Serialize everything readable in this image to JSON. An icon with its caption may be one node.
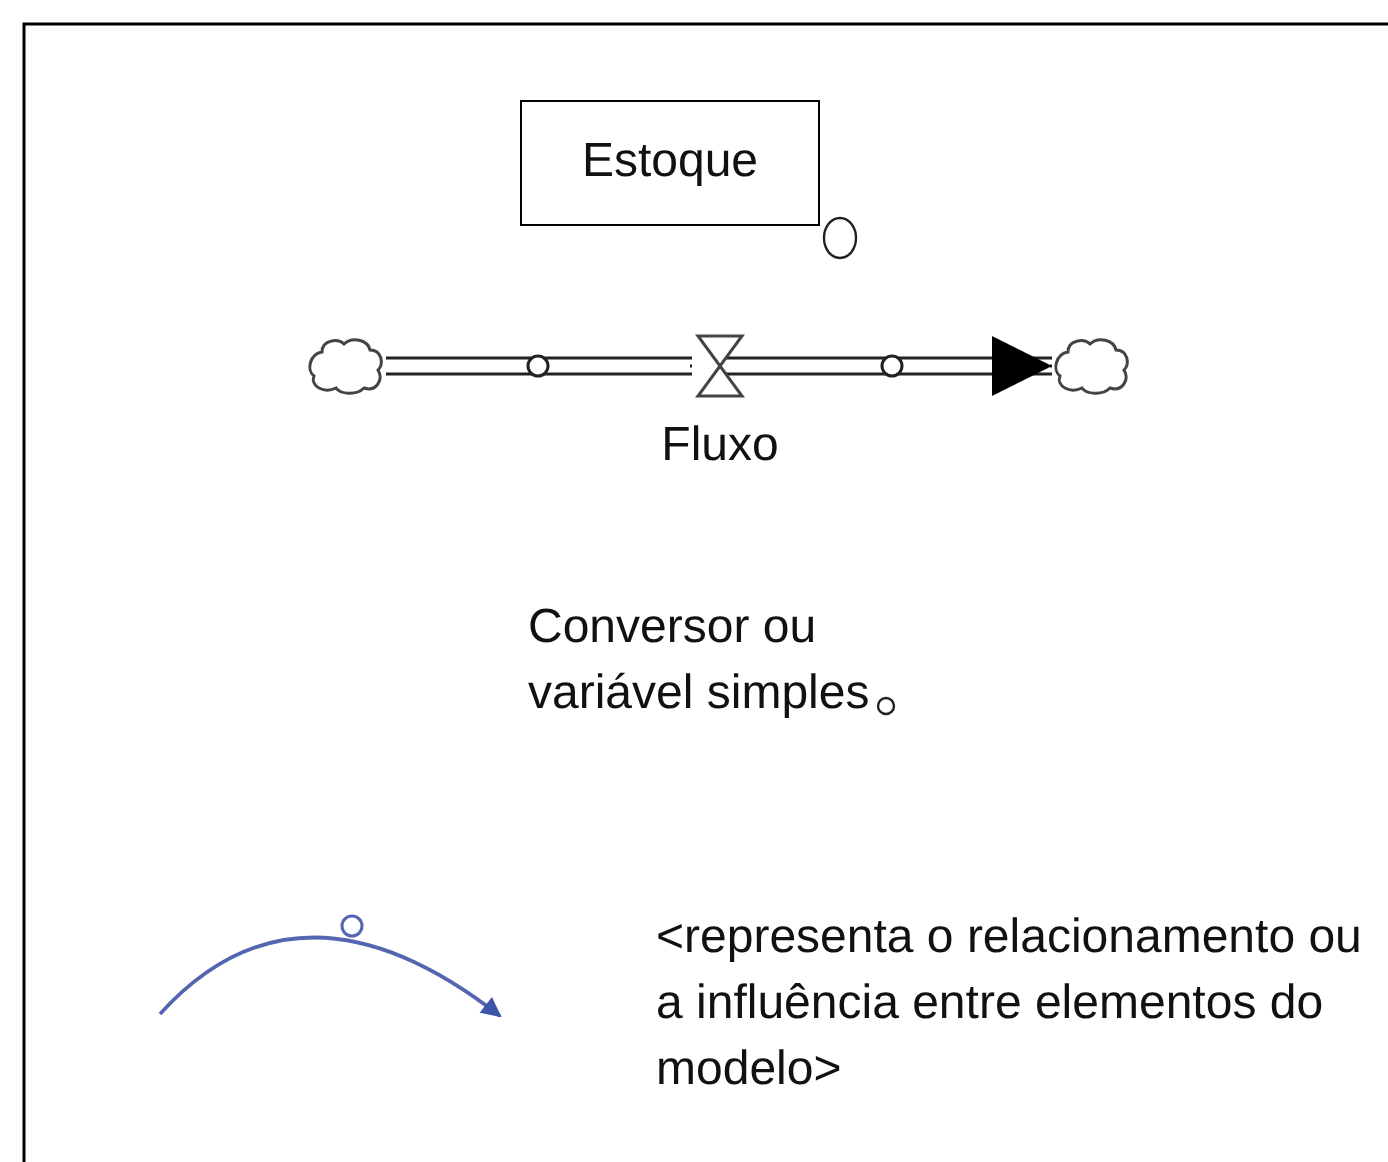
{
  "diagram": {
    "nodes": [
      {
        "text": [
          "Estoque"
        ]
      },
      {
        "text": [],
        "shape": "cloud"
      },
      {
        "text": [
          "Fluxo"
        ]
      },
      {
        "text": [],
        "shape": "cloud"
      },
      {
        "text": [
          "Conversor ou variável simples"
        ]
      }
    ],
    "edges": [
      {
        "from": 1,
        "to": 2,
        "arrow": "none"
      },
      {
        "from": 2,
        "to": 3,
        "arrow": "to"
      }
    ],
    "labels": [
      "<representa o relacionamento ou a influência entre elementos do modelo>"
    ]
  }
}
